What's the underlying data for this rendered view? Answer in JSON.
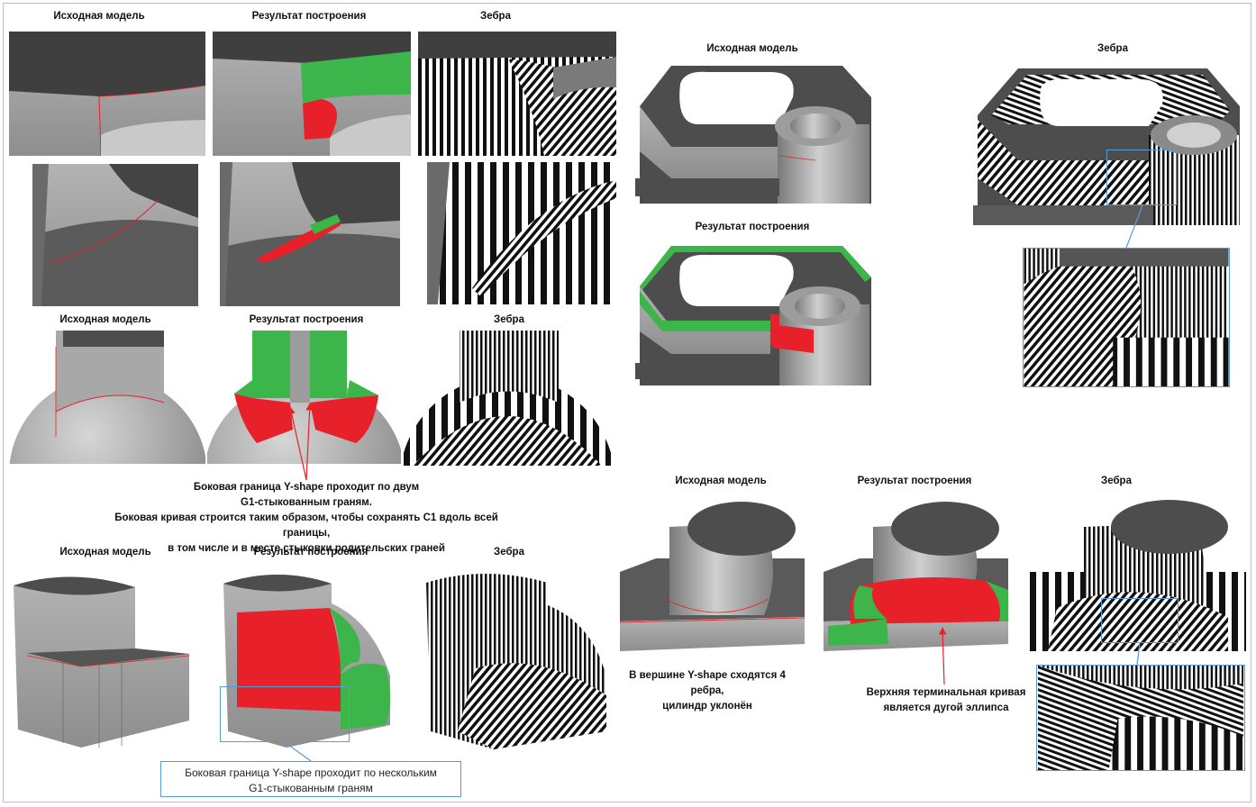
{
  "captions": {
    "original": "Исходная модель",
    "result": "Результат построения",
    "zebra": "Зебра"
  },
  "notes": {
    "side_boundary": "Боковая граница Y-shape проходит по двум",
    "side_boundary_2": "G1-стыкованным граням.",
    "side_curve": "Боковая кривая строится таким образом, чтобы сохранять С1 вдоль всей границы,",
    "side_curve_2": "в том числе и в месте стыковки родительских граней",
    "vertex": "В вершине Y-shape сходятся 4 ребра,",
    "vertex_2": "цилиндр уклонён",
    "top_curve": "Верхняя терминальная кривая",
    "top_curve_2": "является дугой эллипса",
    "multi_face": "Боковая граница Y-shape проходит по нескольким",
    "multi_face_2": "G1-стыкованным граням"
  },
  "colors": {
    "model_gray": "#9c9c9c",
    "dark_gray": "#4d4d4d",
    "patch_green": "#3cb54a",
    "patch_red": "#e8202a",
    "callout_blue": "#5b9bd5"
  }
}
